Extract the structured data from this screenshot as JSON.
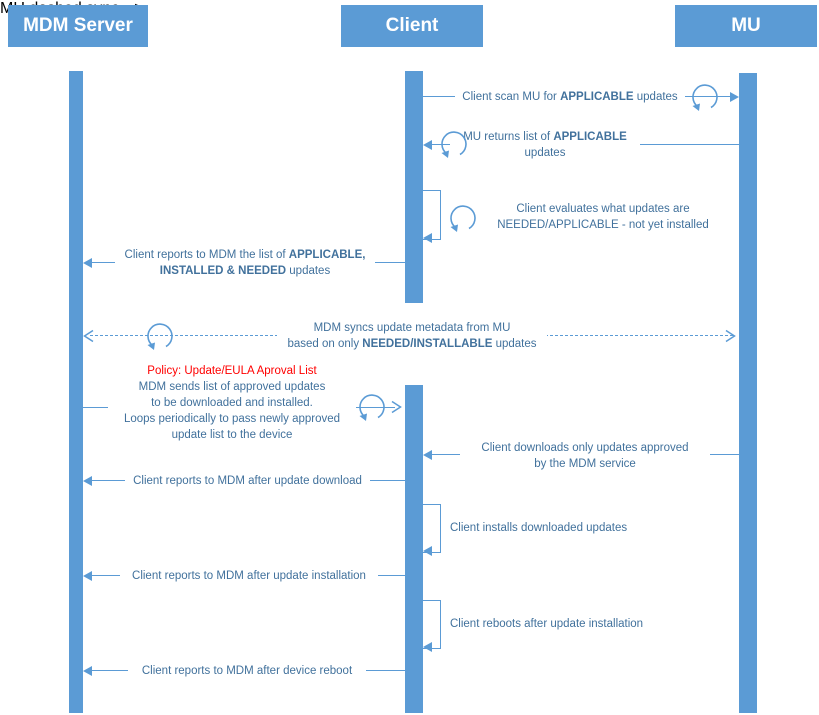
{
  "colors": {
    "accent": "#5B9BD5",
    "message_text": "#41719C",
    "policy_text": "#FF0000"
  },
  "icons": {
    "loop_icon": "circular-loop-arrow",
    "solid_arrowhead": "filled-triangle-arrowhead",
    "open_arrowhead": "chevron-arrowhead"
  },
  "actors": {
    "mdm": "MDM Server",
    "client": "Client",
    "mu": "MU"
  },
  "messages": {
    "m1": {
      "pre": "Client scan MU for ",
      "bold": "APPLICABLE",
      "post": " updates"
    },
    "m2": {
      "l1_pre": "MU returns list of ",
      "l1_bold": "APPLICABLE",
      "l2": "updates"
    },
    "m3": {
      "l1": "Client evaluates what updates are",
      "l2": "NEEDED/APPLICABLE - not yet installed"
    },
    "m4": {
      "l1_pre": "Client reports to MDM the list of ",
      "l1_bold": "APPLICABLE,",
      "l2_bold": "INSTALLED & NEEDED",
      "l2_post": " updates"
    },
    "m5": {
      "l1": "MDM syncs update metadata from MU",
      "l2_pre": "based on only ",
      "l2_bold": "NEEDED/INSTALLABLE",
      "l2_post": " updates"
    },
    "m6": {
      "policy": "Policy: Update/EULA Aproval List",
      "l1": "MDM sends list of approved updates",
      "l2": "to be downloaded and installed.",
      "l3": "Loops periodically to pass newly approved",
      "l4": "update list to the device"
    },
    "m7": {
      "l1": "Client downloads only updates approved",
      "l2": "by the MDM service"
    },
    "m8": {
      "label": "Client reports to MDM after update download"
    },
    "m9": {
      "label": "Client installs downloaded updates"
    },
    "m10": {
      "label": "Client reports to MDM after update installation"
    },
    "m11": {
      "label": "Client reboots after update installation"
    },
    "m12": {
      "label": "Client reports to MDM after device reboot"
    }
  }
}
